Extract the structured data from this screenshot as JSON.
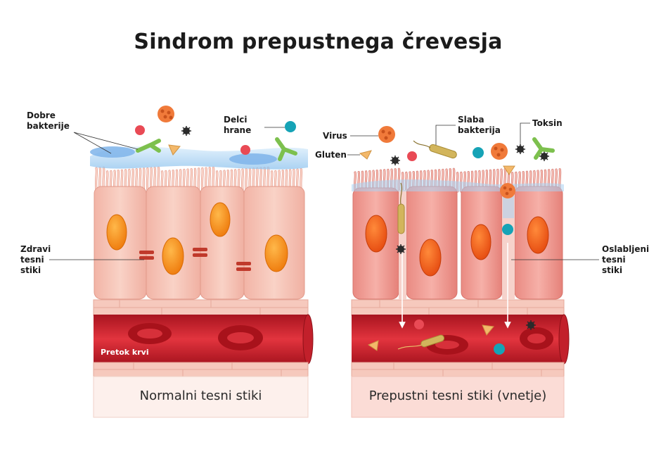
{
  "title": "Sindrom prepustnega črevesja",
  "labels": {
    "good_bacteria": "Dobre\nbakterije",
    "food_particles": "Delci\nhrane",
    "healthy_junctions": "Zdravi\ntesni\nstiki",
    "blood_flow": "Pretok krvi",
    "virus": "Virus",
    "gluten": "Gluten",
    "bad_bacteria": "Slaba\nbakterija",
    "toxin": "Toksin",
    "weakened_junctions": "Oslabljeni\ntesni\nstiki"
  },
  "captions": {
    "left": "Normalni tesni stiki",
    "right": "Prepustni tesni stiki (vnetje)"
  },
  "colors": {
    "cell_healthy": "#f6c3b6",
    "cell_inflamed": "#ef9b94",
    "nucleus": "#f28a1a",
    "nucleus_inflamed": "#f05a1a",
    "mucus": "#a9d2f3",
    "vessel": "#d42a35",
    "rbc": "#b3161f",
    "virus": "#f07a3a",
    "particle_teal": "#16a3b6",
    "particle_red": "#e94a55",
    "gluten": "#f3b86a",
    "bacteria_green": "#7dc04e",
    "bacteria_bad": "#d2b55c",
    "toxin": "#2b2b2b"
  }
}
